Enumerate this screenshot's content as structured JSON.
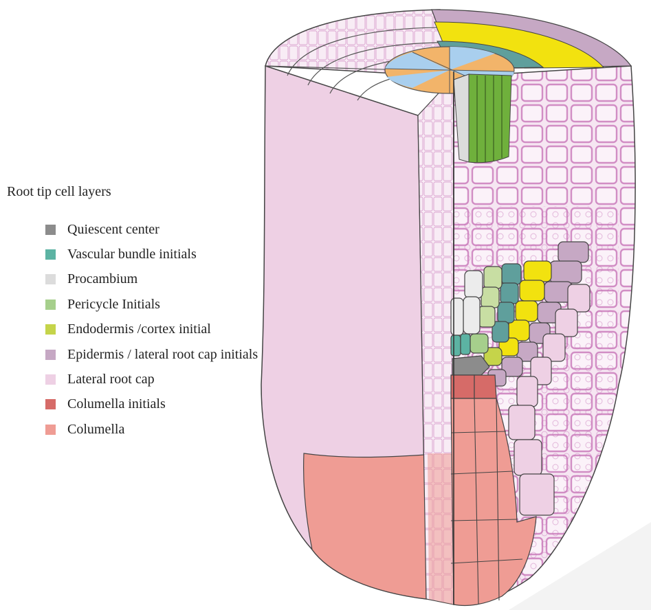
{
  "legend": {
    "title": "Root tip cell layers",
    "items": [
      {
        "key": "quiescent",
        "label": "Quiescent center",
        "color": "#8c8c8c"
      },
      {
        "key": "vascular",
        "label": "Vascular bundle initials",
        "color": "#5cb3a3"
      },
      {
        "key": "procambium",
        "label": "Procambium",
        "color": "#dcdcdc"
      },
      {
        "key": "pericycle",
        "label": "Pericycle Initials",
        "color": "#a6cf8c"
      },
      {
        "key": "endodermis",
        "label": "Endodermis /cortex initial",
        "color": "#c5d44a"
      },
      {
        "key": "epidermis",
        "label": "Epidermis / lateral root cap initials",
        "color": "#c6a8c4"
      },
      {
        "key": "lateral_root_cap",
        "label": "Lateral root cap",
        "color": "#eed0e4"
      },
      {
        "key": "columella_initials",
        "label": "Columella initials",
        "color": "#d66b68"
      },
      {
        "key": "columella",
        "label": "Columella",
        "color": "#ef9c94"
      }
    ]
  },
  "colors": {
    "stain": "#c46db4",
    "cortex_yellow": "#f2e20f",
    "vascular_teal": "#5f9f9c",
    "stele_green": "#6fb03c",
    "stele_orange": "#f2b46a",
    "stele_blue": "#a9cfee"
  }
}
